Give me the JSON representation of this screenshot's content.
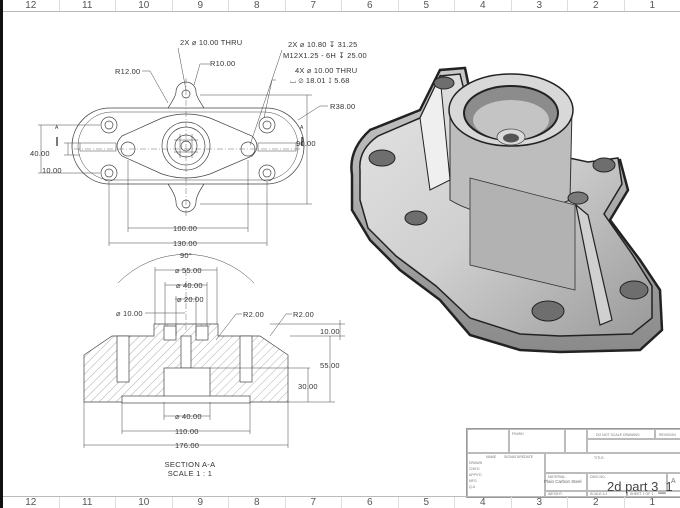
{
  "sheet": {
    "zones_top": [
      "12",
      "11",
      "10",
      "9",
      "8",
      "7",
      "6",
      "5",
      "4",
      "3",
      "2",
      "1"
    ],
    "zones_bottom": [
      "12",
      "11",
      "10",
      "9",
      "8",
      "7",
      "6",
      "5",
      "4",
      "3",
      "2",
      "1"
    ]
  },
  "top_view": {
    "callouts": {
      "thru_hole": "2X ⌀ 10.00 THRU",
      "r10": "R10.00",
      "r12": "R12.00",
      "tapped_1": "2X ⌀ 10.80 ↧ 31.25",
      "tapped_2": "M12X1.25 - 6H ↧ 25.00",
      "cbore_1": "4X ⌀ 10.00 THRU",
      "cbore_2": "⌴ ⌀ 18.01 ↧ 5.68",
      "r38": "R38.00"
    },
    "dimensions": {
      "d40": "40.00",
      "d10": "10.00",
      "d90": "90.00",
      "d100": "100.00",
      "d130": "130.00"
    },
    "section_marker": "A"
  },
  "section_view": {
    "dimensions": {
      "angle": "90°",
      "dia55": "⌀ 55.00",
      "dia40_top": "⌀ 40.00",
      "dia20": "⌀ 20.00",
      "dia10": "⌀ 10.00",
      "r2_a": "R2.00",
      "r2_b": "R2.00",
      "h10": "10.00",
      "h55": "55.00",
      "h30": "30.00",
      "dia40_bottom": "⌀ 40.00",
      "w110": "110.00",
      "w176": "176.00"
    },
    "caption_title": "SECTION A-A",
    "caption_scale": "SCALE 1 : 1"
  },
  "title_block": {
    "material": "Plain Carbon Steel",
    "drawing_name": "2d part 3_1",
    "size": "A",
    "labels": {
      "name": "NAME",
      "signature": "SIGNATURE",
      "date": "DATE",
      "drawn": "DRAWN",
      "checked": "CHK'D",
      "approved": "APPV'D",
      "mfg": "MFG",
      "qa": "Q.A",
      "finish": "FINISH",
      "no_scale": "DO NOT SCALE DRAWING",
      "revision": "REVISION",
      "title": "TITLE:",
      "material_label": "MATERIAL:",
      "dwg_no": "DWG NO.",
      "weight": "WEIGHT:",
      "scale": "SCALE:1:2",
      "sheet": "SHEET 1 OF 1"
    }
  }
}
